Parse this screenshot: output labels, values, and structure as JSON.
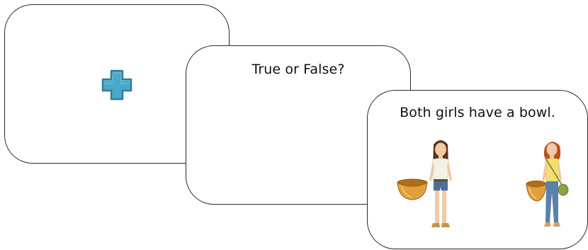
{
  "cards": [
    {
      "id": "fixation",
      "symbol": "fixation-cross-icon",
      "symbol_color": "#4aa8c9"
    },
    {
      "id": "question",
      "text": "True or False?"
    },
    {
      "id": "statement",
      "text": "Both girls have a bowl.",
      "figures": [
        "bowl-icon",
        "girl-icon",
        "bowl-icon",
        "girl-icon"
      ]
    }
  ],
  "colors": {
    "card_border": "#2b2b2b",
    "cross": "#4aa8c9",
    "bowl": "#d9952e"
  }
}
